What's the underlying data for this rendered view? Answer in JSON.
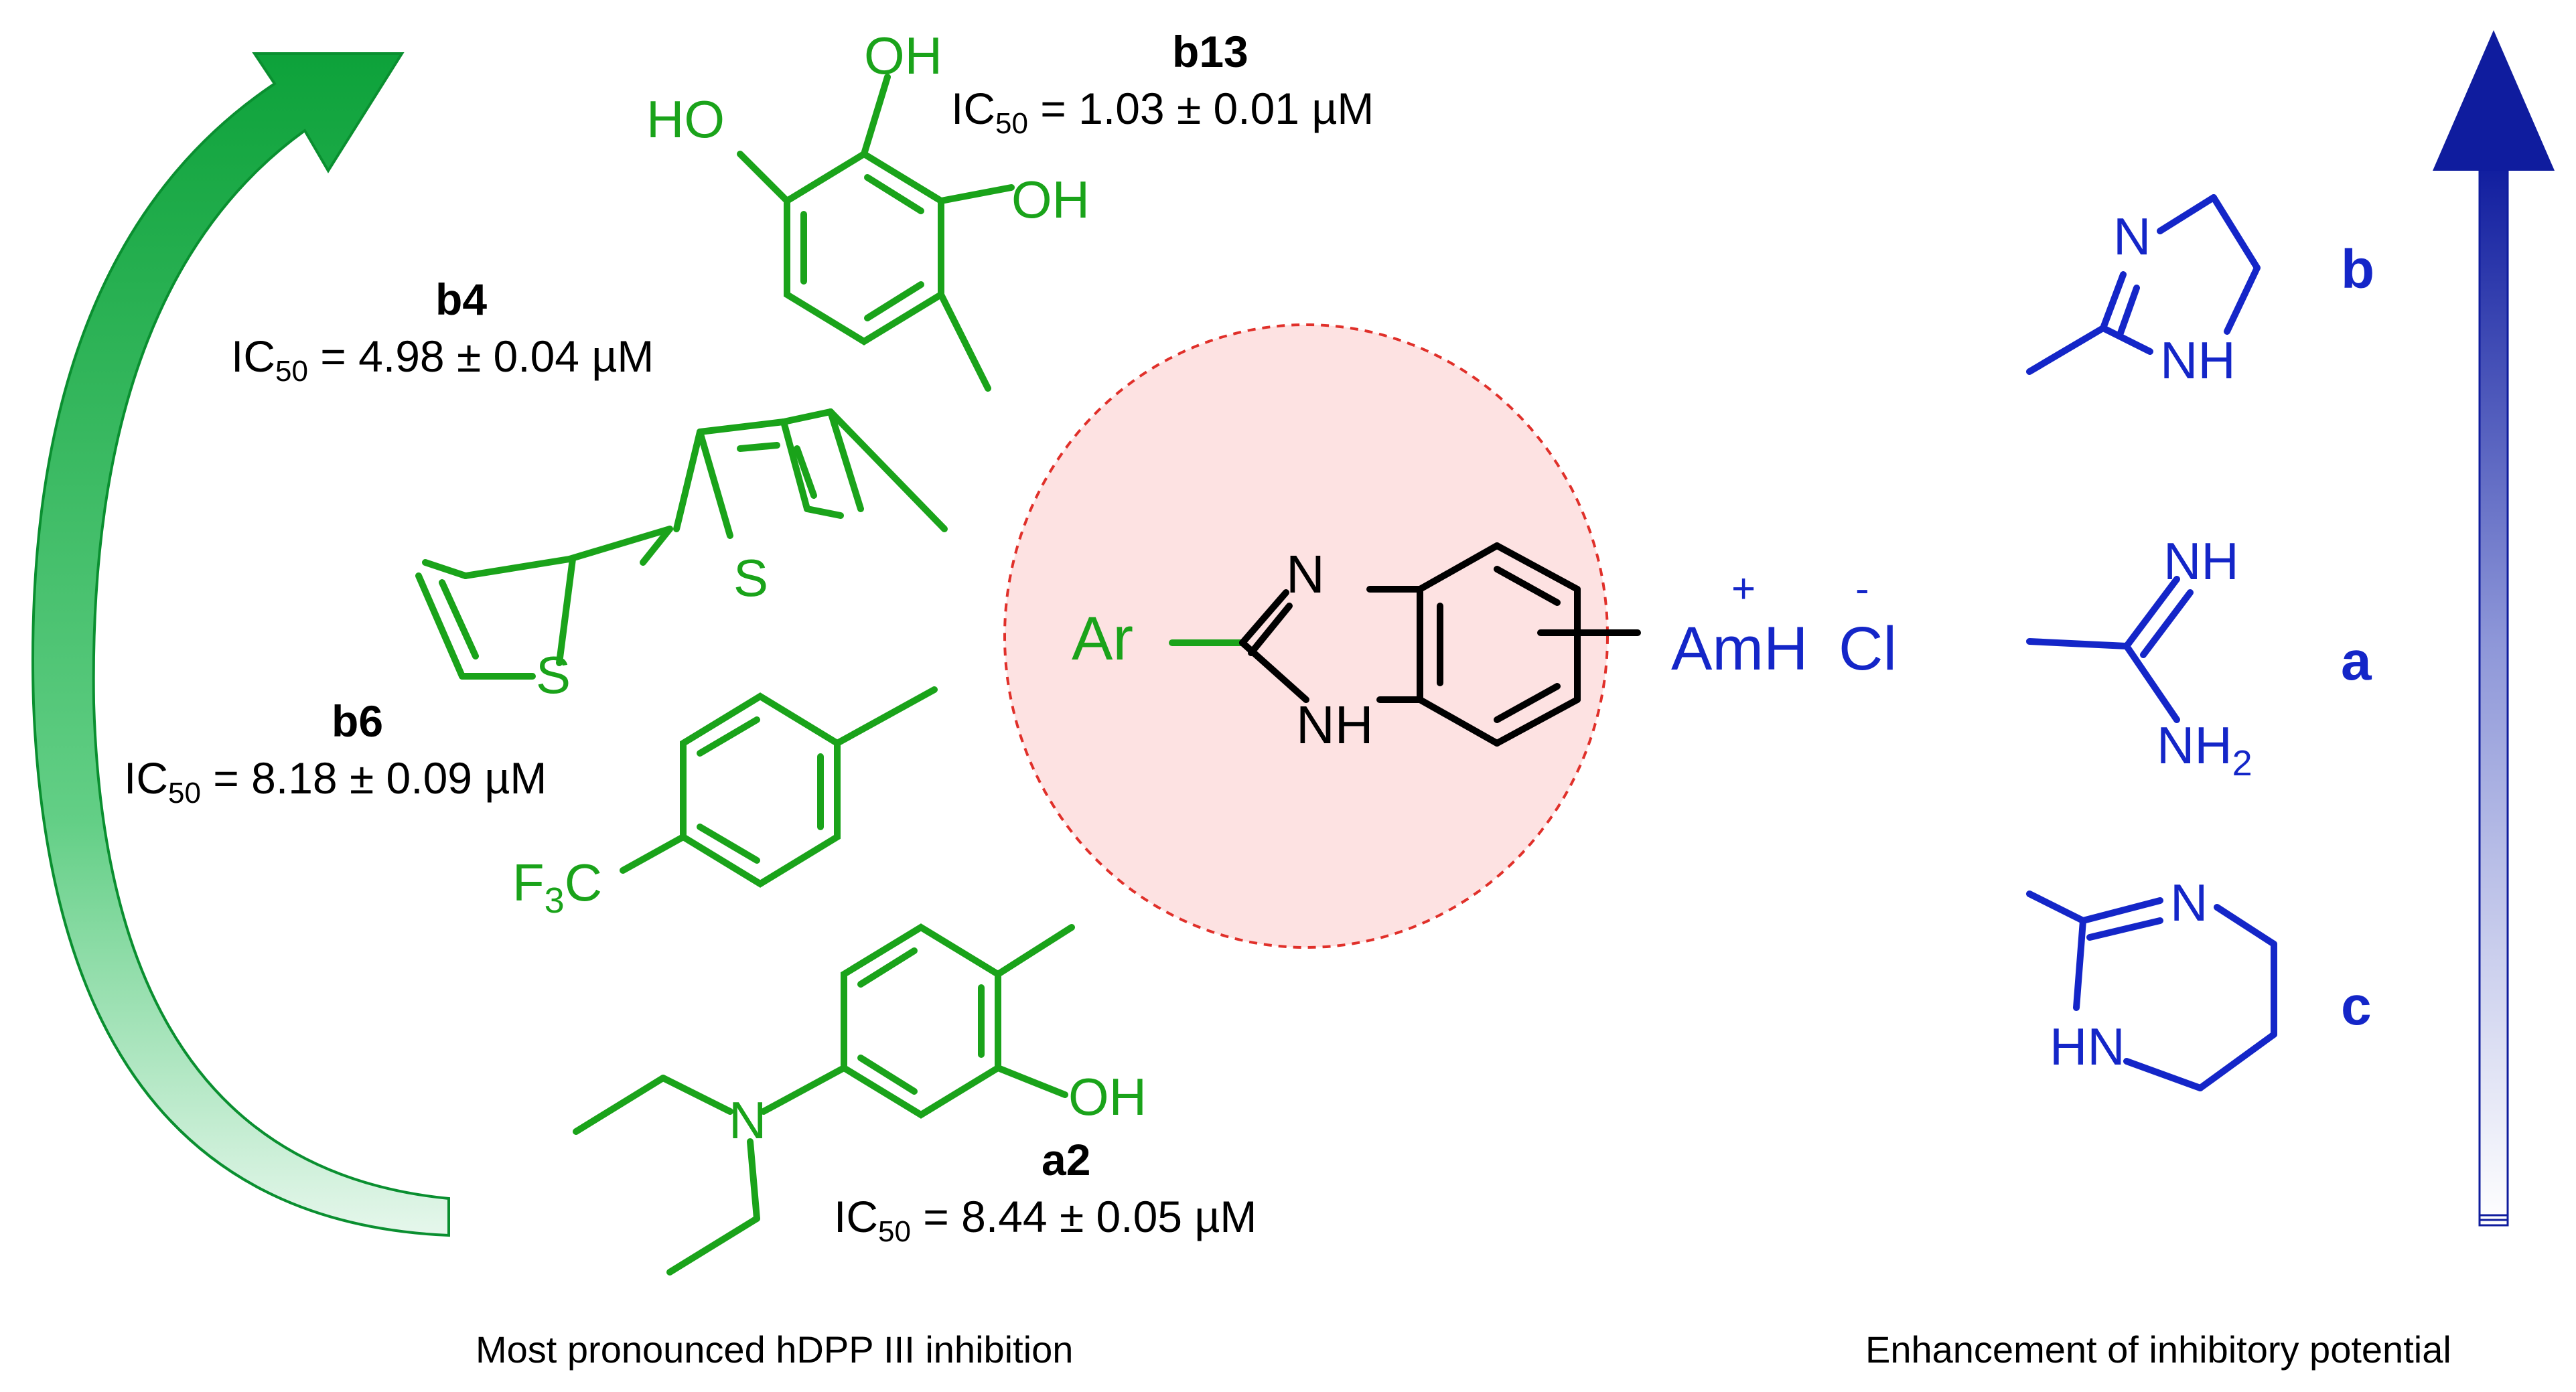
{
  "colors": {
    "green": "#1aa31a",
    "blue": "#1426c8",
    "black": "#000000",
    "ellipse_fill": "#fde2e2",
    "ellipse_stroke": "#e0302a",
    "arrow_blue_dark": "#0f1c9e",
    "arrow_green_light": "#bfeccf"
  },
  "compounds": {
    "b13": {
      "name": "b13",
      "ic50": "IC50 = 1.03 ± 0.01 µM",
      "ic_prefix": "IC",
      "ic_sub": "50",
      "ic_value": " = 1.03 ± 0.01 µM"
    },
    "b4": {
      "name": "b4",
      "ic_prefix": "IC",
      "ic_sub": "50",
      "ic_value": " = 4.98 ± 0.04 µM"
    },
    "b6": {
      "name": "b6",
      "ic_prefix": "IC",
      "ic_sub": "50",
      "ic_value": " = 8.18 ± 0.09 µM"
    },
    "a2": {
      "name": "a2",
      "ic_prefix": "IC",
      "ic_sub": "50",
      "ic_value": " = 8.44 ± 0.05 µM"
    }
  },
  "core": {
    "ar": "Ar",
    "n_top": "N",
    "nh": "NH",
    "amh": "AmH",
    "plus": "+",
    "minus": "-",
    "cl": "Cl"
  },
  "substituent_atoms": {
    "oh_top": "OH",
    "ho": "HO",
    "oh_right": "OH",
    "s1": "S",
    "s2": "S",
    "f3c_f": "F",
    "f3c_sub": "3",
    "f3c_c": "C",
    "n_amine": "N",
    "oh_a2": "OH"
  },
  "amidines": {
    "b": {
      "label": "b",
      "n": "N",
      "nh": "NH"
    },
    "a": {
      "label": "a",
      "nh": "NH",
      "nh2": "NH",
      "nh2_sub": "2"
    },
    "c": {
      "label": "c",
      "n": "N",
      "hn": "HN"
    }
  },
  "captions": {
    "left": "Most pronounced hDPP III inhibition",
    "right": "Enhancement of inhibitory potential"
  }
}
